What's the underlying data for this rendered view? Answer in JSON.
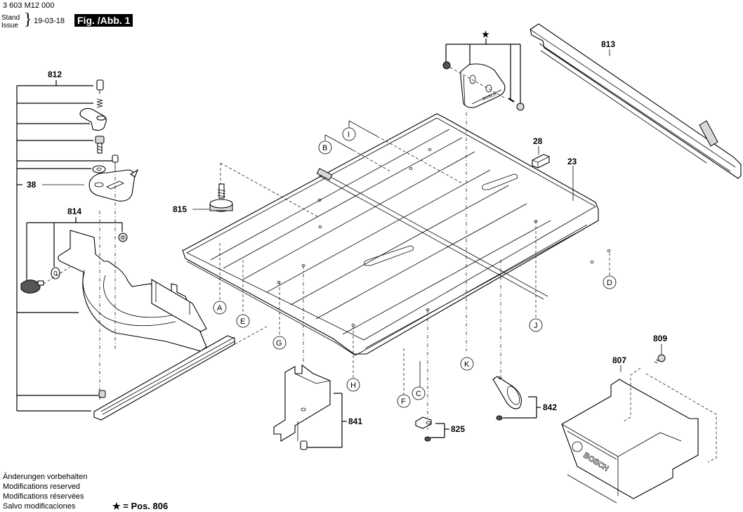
{
  "header": {
    "document_code": "3 603 M12 000",
    "stand_label": "Stand",
    "issue_label": "Issue",
    "brace": "}",
    "date": "19-03-18",
    "figure_label": "Fig. /Abb. 1"
  },
  "footer": {
    "notes": [
      "Änderungen vorbehalten",
      "Modifications reserved",
      "Modifications réservées",
      "Salvo modificaciones"
    ],
    "legend": "★ = Pos. 806"
  },
  "parts": {
    "p812": "812",
    "p38": "38",
    "p814": "814",
    "p815": "815",
    "p813": "813",
    "p28": "28",
    "p23": "23",
    "p809": "809",
    "p807": "807",
    "p842": "842",
    "p841": "841",
    "p825": "825",
    "star": "★",
    "brand": "BOSCH"
  },
  "callouts": {
    "A": "A",
    "B": "B",
    "C": "C",
    "D": "D",
    "E": "E",
    "F": "F",
    "G": "G",
    "H": "H",
    "I": "I",
    "J": "J",
    "K": "K"
  }
}
